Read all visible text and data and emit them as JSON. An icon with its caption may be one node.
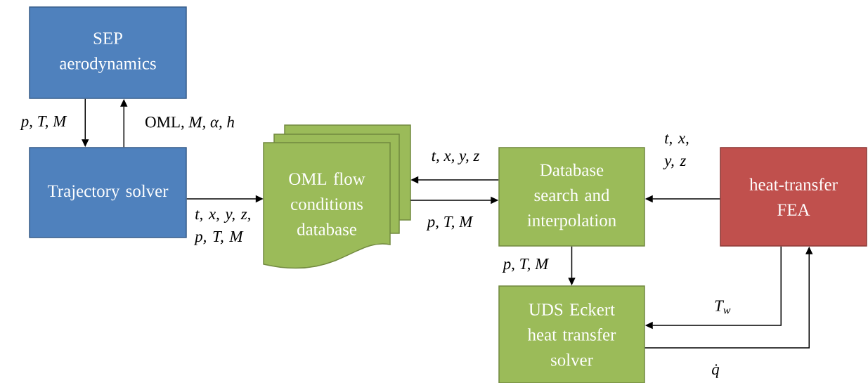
{
  "diagram": {
    "nodes": [
      {
        "text": [
          "SEP aerodynamics"
        ]
      },
      {
        "text": [
          "Trajectory solver"
        ]
      },
      {
        "text": [
          "OML flow conditions database"
        ]
      },
      {
        "text": [
          "Database search and interpolation"
        ]
      },
      {
        "text": [
          "heat-transfer FEA"
        ]
      },
      {
        "text": [
          "UDS Eckert heat transfer solver"
        ]
      }
    ],
    "edges": [
      {
        "from": 0,
        "to": 1,
        "arrow": "to",
        "label": "p, T, M"
      },
      {
        "from": 1,
        "to": 0,
        "arrow": "to",
        "label": "OML, *M, α, h*"
      },
      {
        "from": 1,
        "to": 2,
        "arrow": "to",
        "label": "t, x, y, z, p, T, M"
      },
      {
        "from": 3,
        "to": 2,
        "arrow": "to",
        "label": "t, x, y, z"
      },
      {
        "from": 2,
        "to": 3,
        "arrow": "to",
        "label": "p, T, M"
      },
      {
        "from": 4,
        "to": 3,
        "arrow": "to",
        "label": "t, x, y, z"
      },
      {
        "from": 3,
        "to": 5,
        "arrow": "to",
        "label": "p, T, M"
      },
      {
        "from": 4,
        "to": 5,
        "arrow": "to",
        "label": "T$_{w}$"
      },
      {
        "from": 5,
        "to": 4,
        "arrow": "to",
        "label": "q̇"
      }
    ]
  }
}
